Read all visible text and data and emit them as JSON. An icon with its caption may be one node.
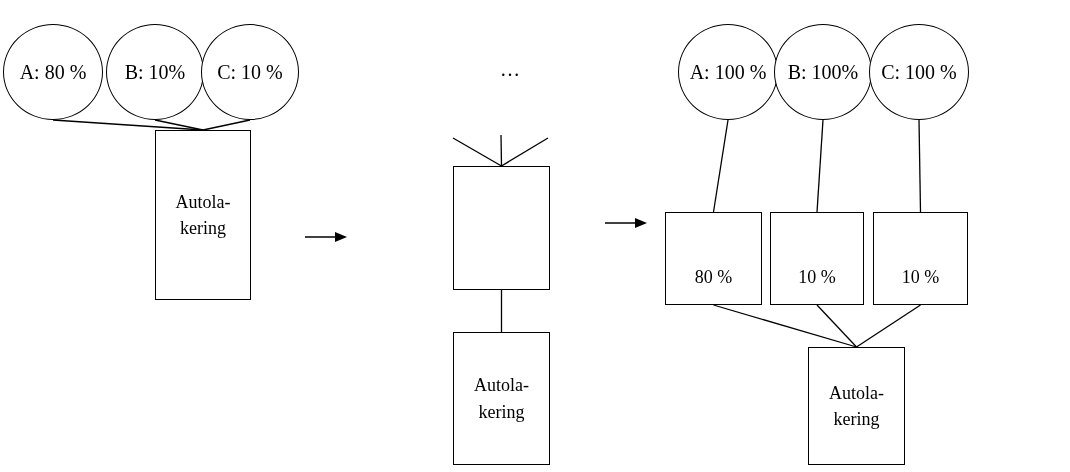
{
  "diagram": {
    "nodes": [
      {
        "text": [
          "A: 80 %"
        ]
      },
      {
        "text": [
          "B: 10%"
        ]
      },
      {
        "text": [
          "C: 10 %"
        ]
      },
      {
        "text": [
          "Autola- kering"
        ]
      },
      {
        "text": [],
        "shape": "box"
      },
      {
        "text": [
          "Autola- kering"
        ]
      },
      {
        "text": [
          "A: 100 %"
        ]
      },
      {
        "text": [
          "B: 100%"
        ]
      },
      {
        "text": [
          "C: 100 %"
        ]
      },
      {
        "text": [
          "80 %"
        ]
      },
      {
        "text": [
          "10 %"
        ]
      },
      {
        "text": [
          "10 %"
        ]
      },
      {
        "text": [
          "Autola- kering"
        ]
      }
    ],
    "edges": [
      {
        "from": 0,
        "to": 3,
        "arrow": "none"
      },
      {
        "from": 1,
        "to": 3,
        "arrow": "none"
      },
      {
        "from": 2,
        "to": 3,
        "arrow": "none"
      },
      {
        "from": null,
        "to": 4,
        "arrow": "none"
      },
      {
        "from": null,
        "to": 4,
        "arrow": "none"
      },
      {
        "from": null,
        "to": 4,
        "arrow": "none"
      },
      {
        "from": 4,
        "to": 5,
        "arrow": "none"
      },
      {
        "from": 6,
        "to": 9,
        "arrow": "none"
      },
      {
        "from": 7,
        "to": 10,
        "arrow": "none"
      },
      {
        "from": 8,
        "to": 11,
        "arrow": "none"
      },
      {
        "from": 9,
        "to": 12,
        "arrow": "none"
      },
      {
        "from": 10,
        "to": 12,
        "arrow": "none"
      },
      {
        "from": 11,
        "to": 12,
        "arrow": "none"
      }
    ],
    "labels": [
      "…"
    ]
  }
}
